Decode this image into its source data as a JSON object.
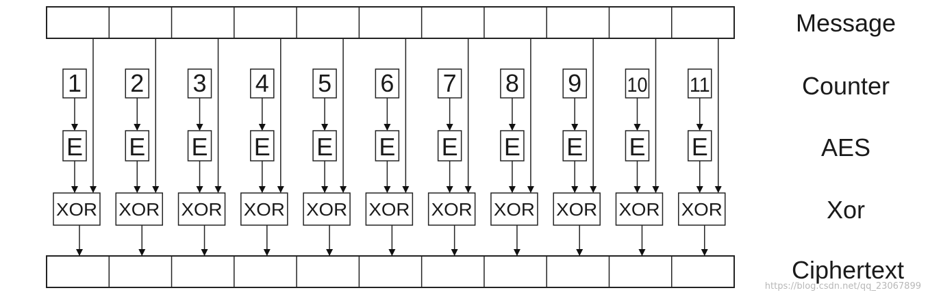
{
  "labels": {
    "message": "Message",
    "counter": "Counter",
    "aes": "AES",
    "xor": "Xor",
    "ciphertext": "Ciphertext"
  },
  "blocks": [
    {
      "counter": "1",
      "cipher": "E",
      "op": "XOR"
    },
    {
      "counter": "2",
      "cipher": "E",
      "op": "XOR"
    },
    {
      "counter": "3",
      "cipher": "E",
      "op": "XOR"
    },
    {
      "counter": "4",
      "cipher": "E",
      "op": "XOR"
    },
    {
      "counter": "5",
      "cipher": "E",
      "op": "XOR"
    },
    {
      "counter": "6",
      "cipher": "E",
      "op": "XOR"
    },
    {
      "counter": "7",
      "cipher": "E",
      "op": "XOR"
    },
    {
      "counter": "8",
      "cipher": "E",
      "op": "XOR"
    },
    {
      "counter": "9",
      "cipher": "E",
      "op": "XOR"
    },
    {
      "counter": "10",
      "cipher": "E",
      "op": "XOR"
    },
    {
      "counter": "11",
      "cipher": "E",
      "op": "XOR"
    }
  ],
  "watermark": "https://blog.csdn.net/qq_23067899",
  "colors": {
    "stroke": "#222222",
    "fill": "#ffffff",
    "text": "#1a1a1a"
  }
}
